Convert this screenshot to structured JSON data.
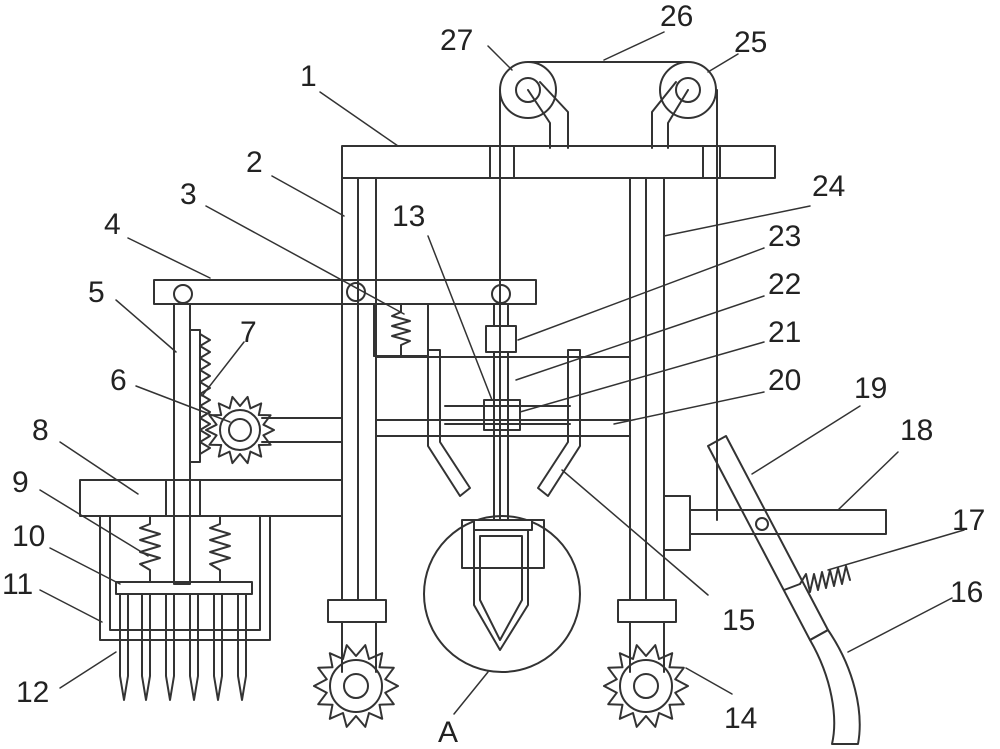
{
  "labels": {
    "n1": "1",
    "n2": "2",
    "n3": "3",
    "n4": "4",
    "n5": "5",
    "n6": "6",
    "n7": "7",
    "n8": "8",
    "n9": "9",
    "n10": "10",
    "n11": "11",
    "n12": "12",
    "n13": "13",
    "n14": "14",
    "n15": "15",
    "n16": "16",
    "n17": "17",
    "n18": "18",
    "n19": "19",
    "n20": "20",
    "n21": "21",
    "n22": "22",
    "n23": "23",
    "n24": "24",
    "n25": "25",
    "n26": "26",
    "n27": "27",
    "detail": "A"
  },
  "colors": {
    "line": "#333333",
    "background": "#ffffff"
  }
}
